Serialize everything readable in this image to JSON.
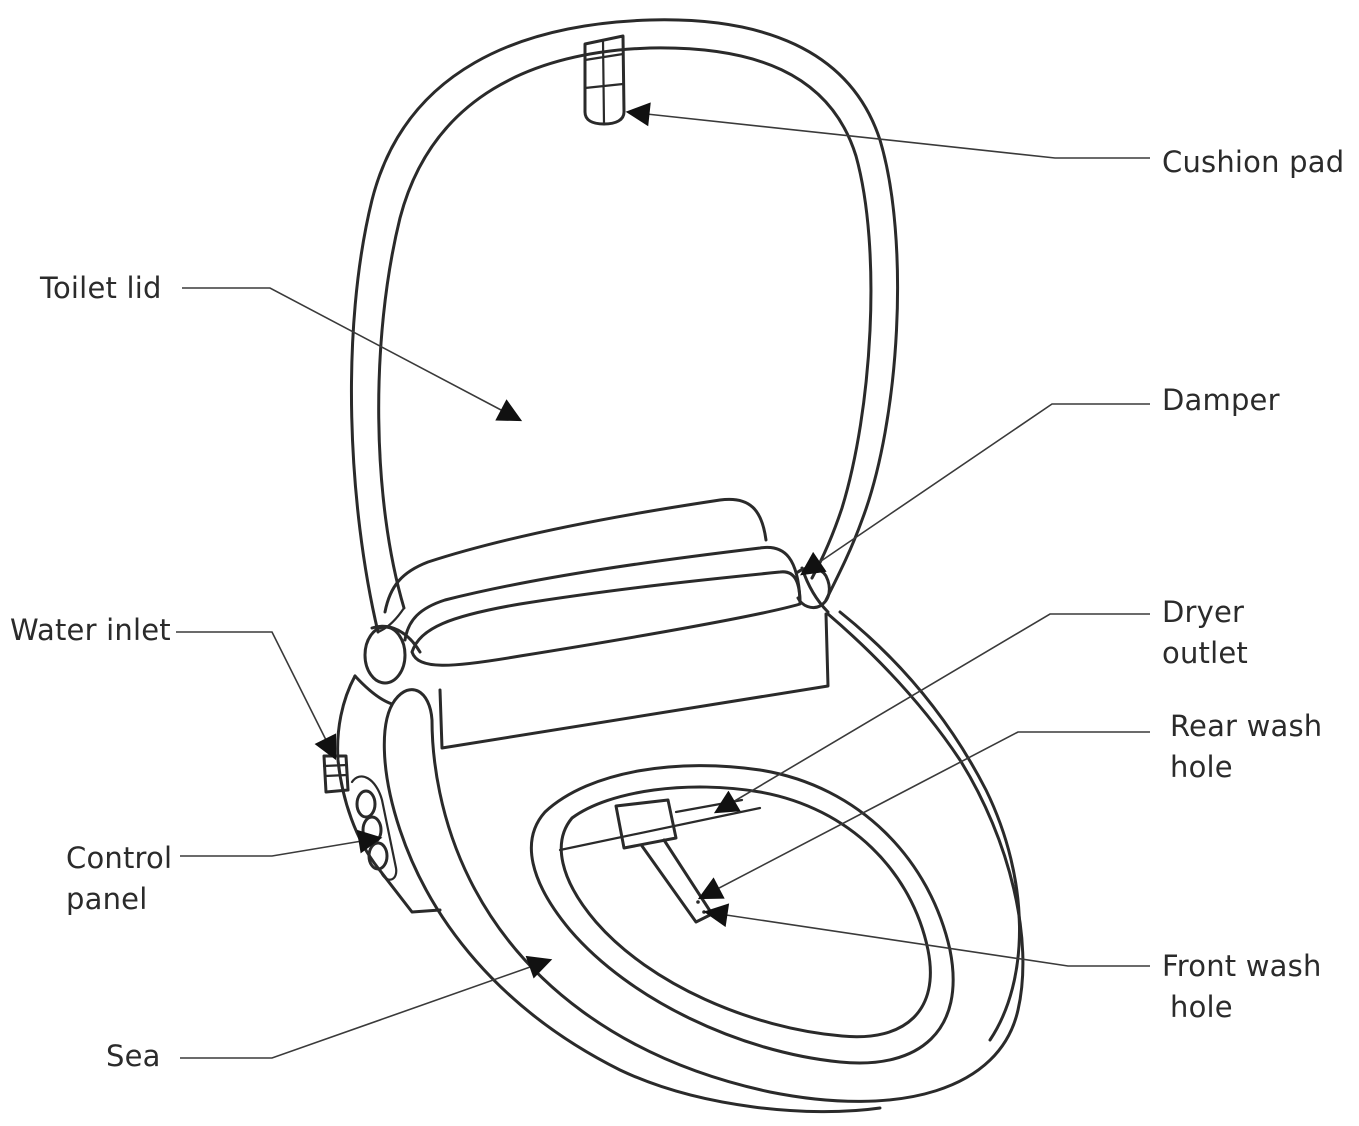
{
  "labels": {
    "cushion_pad": "Cushion pad",
    "toilet_lid": "Toilet lid",
    "damper": "Damper",
    "water_inlet": "Water inlet",
    "dryer_outlet": [
      "Dryer",
      "outlet"
    ],
    "rear_wash_hole": [
      "Rear wash",
      "hole"
    ],
    "control_panel": [
      "Control",
      "panel"
    ],
    "front_wash_hole": [
      "Front wash",
      "hole"
    ],
    "seat": "Sea"
  },
  "colors": {
    "line": "#2a2a2a",
    "arrow": "#111111",
    "text": "#2b2b2b",
    "background": "#ffffff"
  }
}
